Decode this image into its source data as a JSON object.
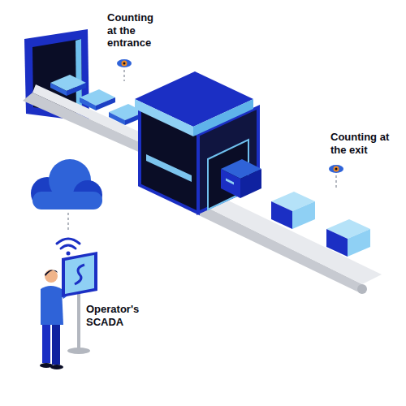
{
  "diagram": {
    "labels": [
      "Counting at the entrance",
      "Counting at the exit",
      "Operator's SCADA"
    ]
  }
}
